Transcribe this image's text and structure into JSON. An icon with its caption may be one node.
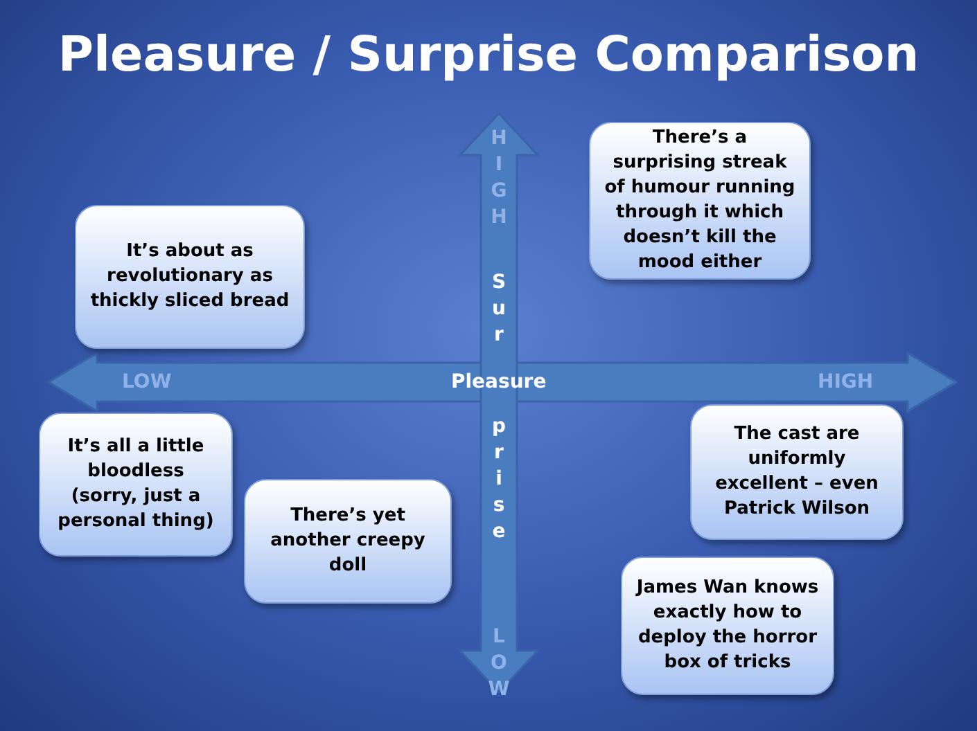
{
  "diagram": {
    "title": "Pleasure / Surprise Comparison",
    "nodes": [
      {
        "text": [
          "There’s a surprising streak of humour running through it which doesn’t kill the mood either"
        ]
      },
      {
        "text": [
          "It’s about as revolutionary as thickly sliced bread"
        ]
      },
      {
        "text": [
          "The cast are uniformly excellent – even Patrick Wilson"
        ]
      },
      {
        "text": [
          "It’s all a little bloodless (sorry, just a personal thing)"
        ]
      },
      {
        "text": [
          "There’s yet another creepy doll"
        ]
      },
      {
        "text": [
          "James Wan knows exactly how to deploy the horror box of tricks"
        ]
      }
    ],
    "edges": [],
    "labels": [
      "HIGH",
      "Sur",
      "LOW",
      "Pleasure",
      "HIGH",
      "prise",
      "LOW"
    ]
  }
}
